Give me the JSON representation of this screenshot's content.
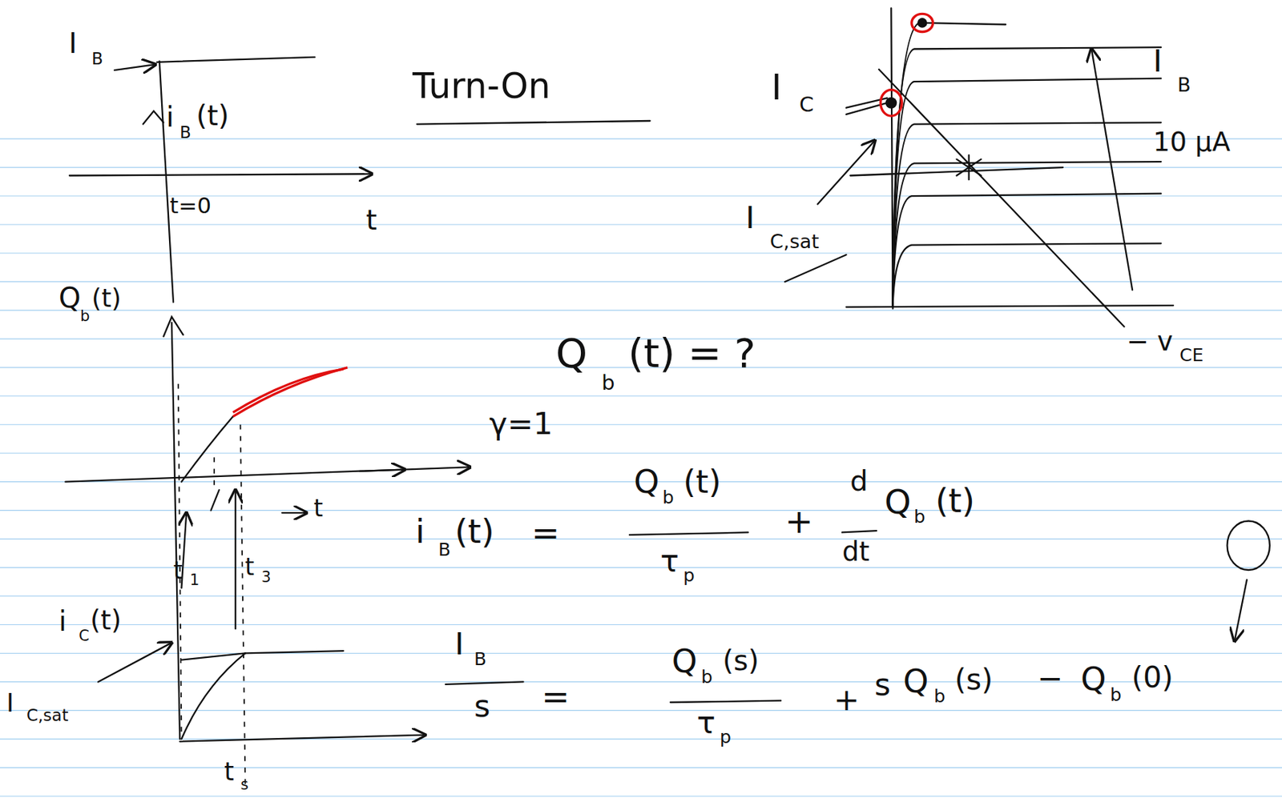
{
  "diagram": {
    "labels": [
      "I",
      "B",
      "i",
      "B",
      "(t)",
      "t=0",
      "t",
      "Turn-On",
      "Q",
      "b",
      "(t)",
      "Q",
      "b",
      "(t) = ?",
      "γ=1",
      "t",
      "t",
      "1",
      "t",
      "3",
      "i",
      "C",
      "(t)",
      "I",
      "C,sat",
      "t",
      "s",
      "i",
      "B",
      "(t)",
      "=",
      "Q",
      "b",
      "(t)",
      "τ",
      "p",
      "+",
      "d",
      "dt",
      "Q",
      "b",
      "(t)",
      "I",
      "B",
      "s",
      "=",
      "Q",
      "b",
      "(s)",
      "τ",
      "p",
      "+",
      "s",
      "Q",
      "b",
      "(s)",
      "−",
      "Q",
      "b",
      "(0)",
      "I",
      "C",
      "I",
      "C,sat",
      "I",
      "B",
      "10 μA",
      "− v",
      "CE"
    ]
  }
}
